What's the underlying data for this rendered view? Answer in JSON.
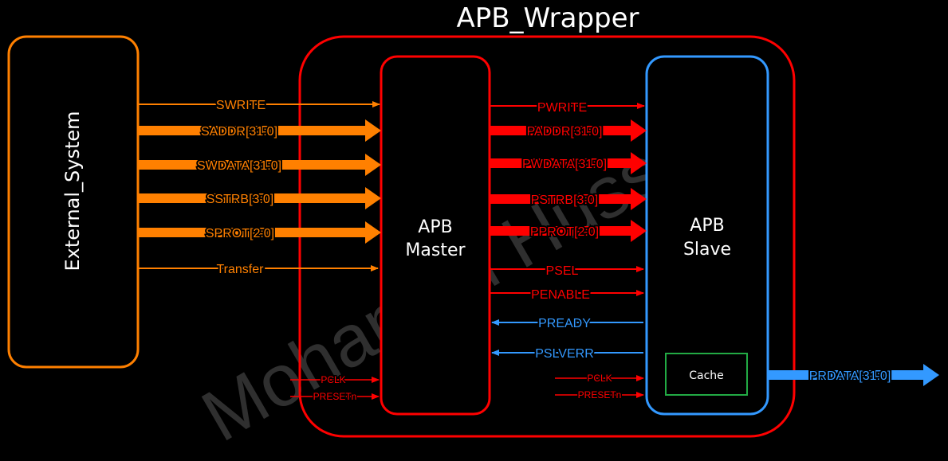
{
  "title": "APB_Wrapper",
  "watermark": "Mohamed Hussein",
  "blocks": {
    "external_system": "External_System",
    "master_line1": "APB",
    "master_line2": "Master",
    "slave_line1": "APB",
    "slave_line2": "Slave",
    "cache": "Cache"
  },
  "signals_ext_to_master": [
    "SWRITE",
    "SADDR[31:0]",
    "SWDATA[31:0]",
    "SSTRB[3:0]",
    "SPROT[2:0]",
    "Transfer"
  ],
  "signals_master_to_slave": [
    "PWRITE",
    "PADDR[31:0]",
    "PWDATA[31:0]",
    "PSTRB[3:0]",
    "PPROT[2:0]",
    "PSEL",
    "PENABLE"
  ],
  "signals_slave_to_master": [
    "PREADY",
    "PSLVERR"
  ],
  "clock_signals": {
    "master_pclk": "PCLK",
    "master_presetn": "PRESETn",
    "slave_pclk": "PCLK",
    "slave_presetn": "PRESETn"
  },
  "output_signal": "PRDATA[31:0]",
  "colors": {
    "background": "#000000",
    "orange": "#ff8000",
    "red": "#ff0000",
    "blue": "#3399ff",
    "green": "#22aa44",
    "white": "#ffffff",
    "watermark": "#3a3a3a"
  }
}
